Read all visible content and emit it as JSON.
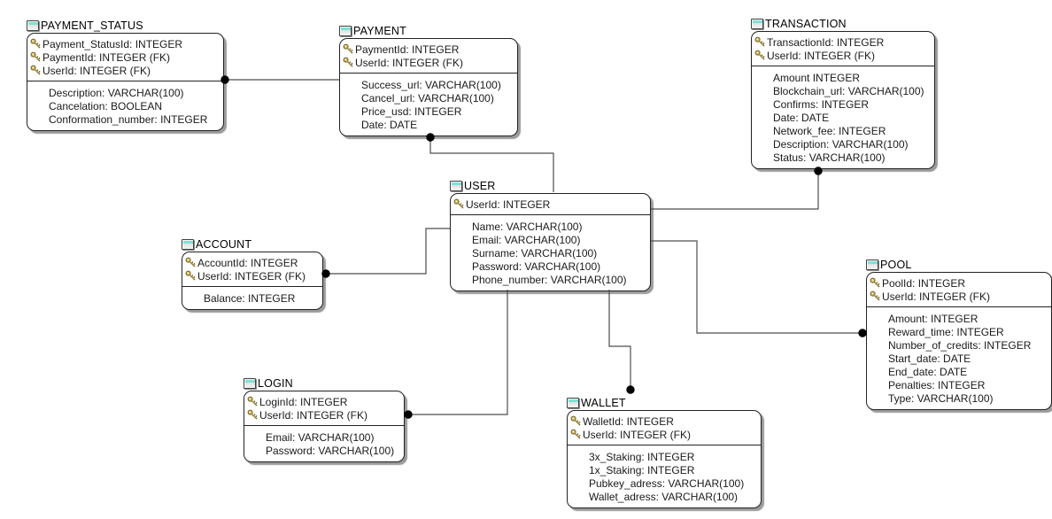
{
  "diagram": {
    "type": "entity-relationship",
    "colors": {
      "background": "#ffffff",
      "entity_fill": "#ffffff",
      "entity_border": "#222222",
      "shadow": "#9b9b9b",
      "table_icon_teal": "#7fe0d6",
      "key_icon_gold": "#d4bf6a",
      "connector_line": "#4d4d4d",
      "connector_dot": "#000000"
    },
    "entities": {
      "payment_status": {
        "title": "PAYMENT_STATUS",
        "keys": [
          "Payment_StatusId: INTEGER",
          "PaymentId: INTEGER (FK)",
          "UserId: INTEGER (FK)"
        ],
        "attributes": [
          "Description: VARCHAR(100)",
          "Cancelation: BOOLEAN",
          "Conformation_number: INTEGER"
        ]
      },
      "payment": {
        "title": "PAYMENT",
        "keys": [
          "PaymentId: INTEGER",
          "UserId: INTEGER (FK)"
        ],
        "attributes": [
          "Success_url: VARCHAR(100)",
          "Cancel_url: VARCHAR(100)",
          "Price_usd: INTEGER",
          "Date: DATE"
        ]
      },
      "transaction": {
        "title": "TRANSACTION",
        "keys": [
          "TransactionId: INTEGER",
          "UserId: INTEGER (FK)"
        ],
        "attributes": [
          "Amount INTEGER",
          "Blockchain_url: VARCHAR(100)",
          "Confirms: INTEGER",
          "Date: DATE",
          "Network_fee: INTEGER",
          "Description: VARCHAR(100)",
          "Status: VARCHAR(100)"
        ]
      },
      "user": {
        "title": "USER",
        "keys": [
          "UserId: INTEGER"
        ],
        "attributes": [
          "Name: VARCHAR(100)",
          "Email: VARCHAR(100)",
          "Surname: VARCHAR(100)",
          "Password: VARCHAR(100)",
          "Phone_number: VARCHAR(100)"
        ]
      },
      "account": {
        "title": "ACCOUNT",
        "keys": [
          "AccountId: INTEGER",
          "UserId: INTEGER (FK)"
        ],
        "attributes": [
          "Balance: INTEGER"
        ]
      },
      "pool": {
        "title": "POOL",
        "keys": [
          "PoolId: INTEGER",
          "UserId: INTEGER (FK)"
        ],
        "attributes": [
          "Amount: INTEGER",
          "Reward_time: INTEGER",
          "Number_of_credits: INTEGER",
          "Start_date: DATE",
          "End_date: DATE",
          "Penalties: INTEGER",
          "Type: VARCHAR(100)"
        ]
      },
      "login": {
        "title": "LOGIN",
        "keys": [
          "LoginId: INTEGER",
          "UserId: INTEGER (FK)"
        ],
        "attributes": [
          "Email: VARCHAR(100)",
          "Password: VARCHAR(100)"
        ]
      },
      "wallet": {
        "title": "WALLET",
        "keys": [
          "WalletId: INTEGER",
          "UserId: INTEGER (FK)"
        ],
        "attributes": [
          "3x_Staking: INTEGER",
          "1x_Staking: INTEGER",
          "Pubkey_adress: VARCHAR(100)",
          "Wallet_adress: VARCHAR(100)"
        ]
      }
    },
    "connections": [
      {
        "from": "PAYMENT_STATUS",
        "to": "PAYMENT"
      },
      {
        "from": "PAYMENT",
        "to": "USER"
      },
      {
        "from": "TRANSACTION",
        "to": "USER"
      },
      {
        "from": "ACCOUNT",
        "to": "USER"
      },
      {
        "from": "POOL",
        "to": "USER"
      },
      {
        "from": "LOGIN",
        "to": "USER"
      },
      {
        "from": "WALLET",
        "to": "USER"
      }
    ]
  }
}
